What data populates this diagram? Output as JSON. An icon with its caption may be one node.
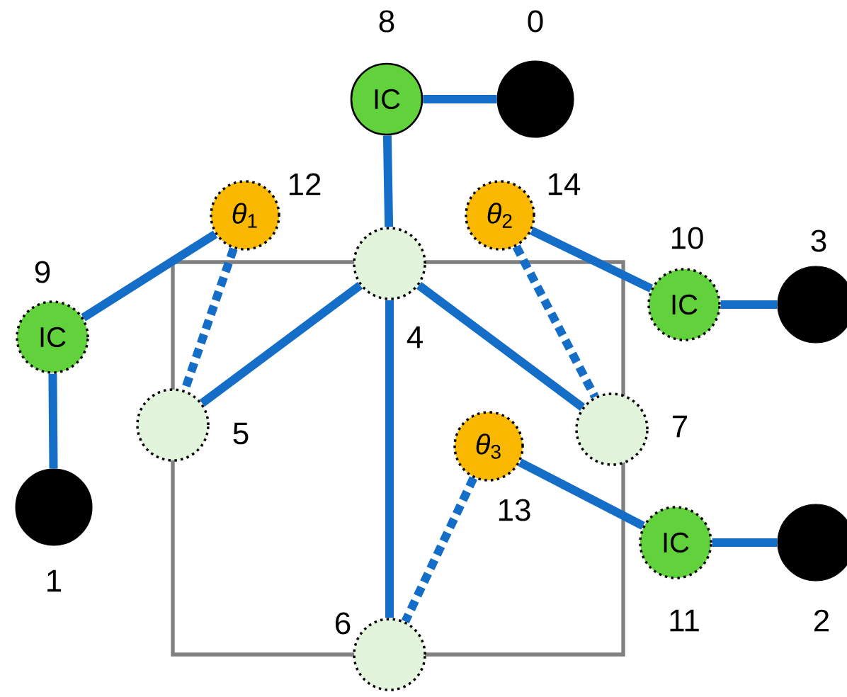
{
  "diagram": {
    "nodes": [
      {
        "text": [],
        "shape": "circle",
        "beside": [
          "0"
        ]
      },
      {
        "text": [],
        "shape": "circle",
        "beside": [
          "1"
        ]
      },
      {
        "text": [],
        "shape": "circle",
        "beside": [
          "2"
        ]
      },
      {
        "text": [],
        "shape": "circle",
        "beside": [
          "3"
        ]
      },
      {
        "text": [],
        "shape": "circle",
        "beside": [
          "4"
        ]
      },
      {
        "text": [],
        "shape": "circle",
        "beside": [
          "5"
        ]
      },
      {
        "text": [],
        "shape": "circle",
        "beside": [
          "6"
        ]
      },
      {
        "text": [],
        "shape": "circle",
        "beside": [
          "7"
        ]
      },
      {
        "text": [
          "IC"
        ],
        "beside": [
          "8"
        ]
      },
      {
        "text": [
          "IC"
        ],
        "beside": [
          "9"
        ]
      },
      {
        "text": [
          "IC"
        ],
        "beside": [
          "10"
        ]
      },
      {
        "text": [
          "IC"
        ],
        "beside": [
          "11"
        ]
      },
      {
        "text": [
          "*θ*$_{1}$"
        ],
        "beside": [
          "12"
        ]
      },
      {
        "text": [
          "*θ*$_{3}$"
        ],
        "beside": [
          "13"
        ]
      },
      {
        "text": [
          "*θ*$_{2}$"
        ],
        "beside": [
          "14"
        ]
      }
    ],
    "edges": [
      {
        "from": 8,
        "to": 0,
        "arrow": "none"
      },
      {
        "from": 8,
        "to": 4,
        "arrow": "none"
      },
      {
        "from": 4,
        "to": 5,
        "arrow": "none"
      },
      {
        "from": 4,
        "to": 6,
        "arrow": "none"
      },
      {
        "from": 4,
        "to": 7,
        "arrow": "none"
      },
      {
        "from": 12,
        "to": 9,
        "arrow": "none"
      },
      {
        "from": 9,
        "to": 1,
        "arrow": "none"
      },
      {
        "from": 14,
        "to": 10,
        "arrow": "none"
      },
      {
        "from": 10,
        "to": 3,
        "arrow": "none"
      },
      {
        "from": 13,
        "to": 11,
        "arrow": "none"
      },
      {
        "from": 11,
        "to": 2,
        "arrow": "none"
      },
      {
        "from": 12,
        "to": 5,
        "arrow": "none",
        "style": "dashed"
      },
      {
        "from": 14,
        "to": 7,
        "arrow": "none",
        "style": "dashed"
      },
      {
        "from": 13,
        "to": 6,
        "arrow": "none",
        "style": "dashed"
      }
    ]
  }
}
